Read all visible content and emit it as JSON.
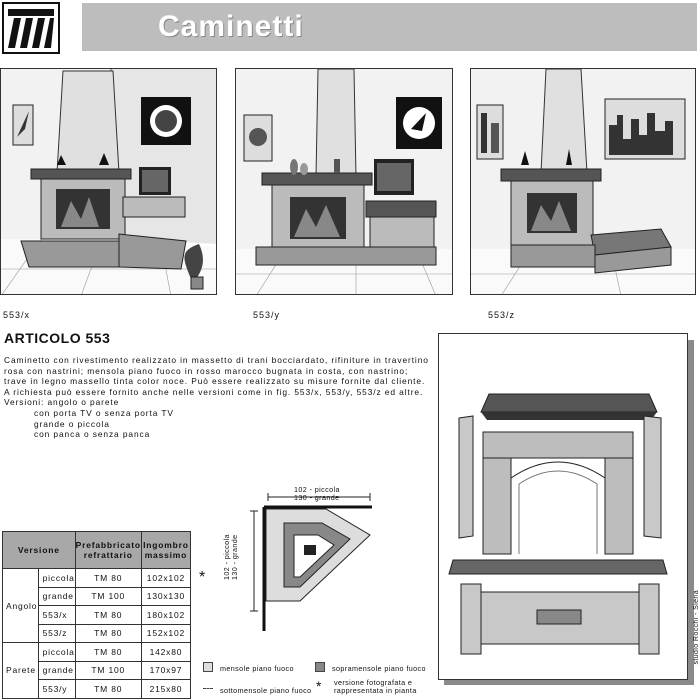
{
  "header": {
    "title": "Caminetti"
  },
  "photos": [
    {
      "caption": "553/x"
    },
    {
      "caption": "553/y"
    },
    {
      "caption": "553/z"
    }
  ],
  "article": {
    "heading": "ARTICOLO 553",
    "paragraphs": [
      "Caminetto con rivestimento realizzato in massetto di trani bocciardato, rifiniture in travertino rosa con nastrini; mensola piano fuoco in rosso marocco bugnata in costa, con nastrino; trave in legno massello tinta color noce. Può essere realizzato su misure fornite dal cliente.",
      "A richiesta può essere fornito anche nelle versioni come in fig. 553/x, 553/y, 553/z ed altre.",
      "Versioni: angolo o parete"
    ],
    "versions": [
      "con porta TV o senza porta TV",
      "grande o piccola",
      "con panca o senza panca"
    ]
  },
  "plan": {
    "dim_top_1": "102 - piccola",
    "dim_top_2": "130 - grande",
    "dim_side_1": "102 - piccola",
    "dim_side_2": "130 - grande"
  },
  "table": {
    "headers": [
      "Versione",
      "Prefabbricato refrattario",
      "Ingombro massimo"
    ],
    "groups": [
      {
        "name": "Angolo",
        "rows": [
          {
            "version": "piccola",
            "refr": "TM 80",
            "size": "102x102",
            "star": "*"
          },
          {
            "version": "grande",
            "refr": "TM 100",
            "size": "130x130",
            "star": ""
          },
          {
            "version": "553/x",
            "refr": "TM 80",
            "size": "180x102",
            "star": ""
          },
          {
            "version": "553/z",
            "refr": "TM 80",
            "size": "152x102",
            "star": ""
          }
        ]
      },
      {
        "name": "Parete",
        "rows": [
          {
            "version": "piccola",
            "refr": "TM 80",
            "size": "142x80",
            "star": ""
          },
          {
            "version": "grande",
            "refr": "TM 100",
            "size": "170x97",
            "star": ""
          },
          {
            "version": "553/y",
            "refr": "TM 80",
            "size": "215x80",
            "star": ""
          }
        ]
      }
    ]
  },
  "legend": {
    "mensole": "mensole piano fuoco",
    "sopramensole": "sopramensole piano fuoco",
    "sottomensole": "sottomensole piano fuoco",
    "versione": "versione fotografata e rappresentata in pianta"
  },
  "credit": "studio Rocchi - Siena"
}
